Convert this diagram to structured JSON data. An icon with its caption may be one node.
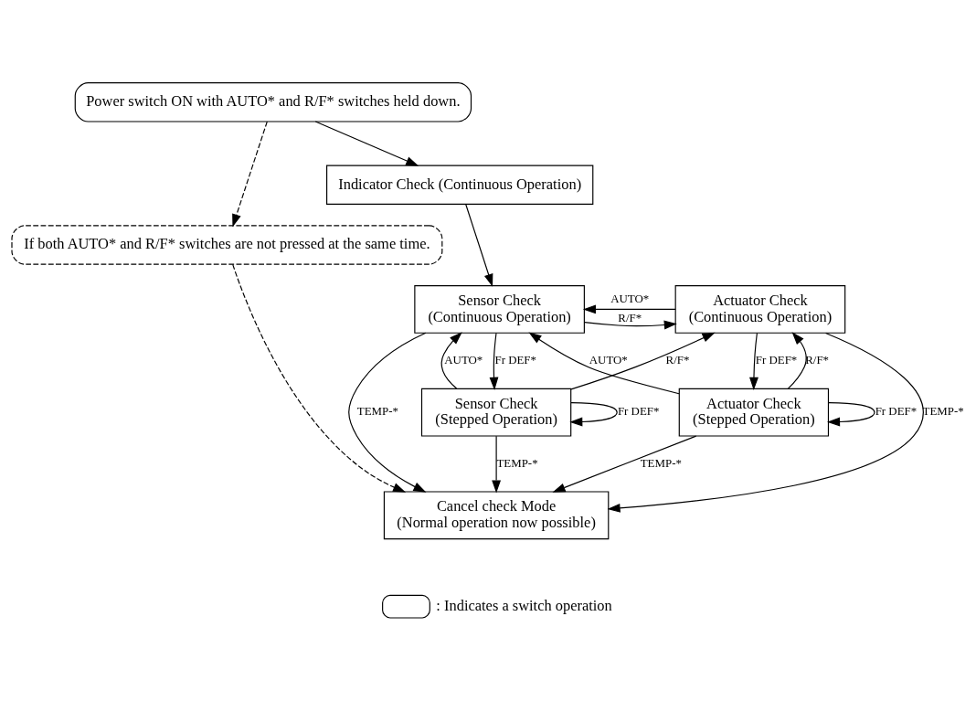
{
  "diagram": {
    "nodes": [
      {
        "text": [
          "Power switch ON with AUTO* and R/F* switches held down."
        ]
      },
      {
        "text": [
          "If both AUTO* and R/F* switches are not pressed at the same time."
        ]
      },
      {
        "text": [
          "Indicator Check (Continuous Operation)"
        ]
      },
      {
        "text": [
          "Sensor Check",
          "(Continuous Operation)"
        ]
      },
      {
        "text": [
          "Actuator Check",
          "(Continuous Operation)"
        ]
      },
      {
        "text": [
          "Sensor Check",
          "(Stepped Operation)"
        ]
      },
      {
        "text": [
          "Actuator Check",
          "(Stepped Operation)"
        ]
      },
      {
        "text": [
          "Cancel check Mode",
          "(Normal operation now possible)"
        ]
      }
    ],
    "edges": [
      {
        "from": 0,
        "to": 2,
        "arrow": "to"
      },
      {
        "from": 0,
        "to": 1,
        "arrow": "to",
        "style": "dashed"
      },
      {
        "from": 2,
        "to": 3,
        "arrow": "to"
      },
      {
        "from": 3,
        "to": 4,
        "arrow": "to",
        "label": "R/F*"
      },
      {
        "from": 4,
        "to": 3,
        "arrow": "to",
        "label": "AUTO*"
      },
      {
        "from": 3,
        "to": 5,
        "arrow": "to",
        "label": "Fr DEF*"
      },
      {
        "from": 4,
        "to": 6,
        "arrow": "to",
        "label": "Fr DEF*"
      },
      {
        "from": 5,
        "to": 4,
        "arrow": "to",
        "label": "R/F*"
      },
      {
        "from": 5,
        "to": 3,
        "arrow": "to",
        "label": "AUTO*"
      },
      {
        "from": 6,
        "to": 4,
        "arrow": "to",
        "label": "R/F*"
      },
      {
        "from": 6,
        "to": 3,
        "arrow": "to",
        "label": "AUTO*"
      },
      {
        "from": 5,
        "to": 5,
        "arrow": "to",
        "label": "Fr DEF*"
      },
      {
        "from": 6,
        "to": 6,
        "arrow": "to",
        "label": "Fr DEF*"
      },
      {
        "from": 3,
        "to": 7,
        "arrow": "to",
        "label": "TEMP-*"
      },
      {
        "from": 5,
        "to": 7,
        "arrow": "to",
        "label": "TEMP-*"
      },
      {
        "from": 4,
        "to": 7,
        "arrow": "to",
        "label": "TEMP-*"
      },
      {
        "from": 6,
        "to": 7,
        "arrow": "to",
        "label": "TEMP-*"
      },
      {
        "from": 1,
        "to": 7,
        "arrow": "to",
        "style": "dashed"
      }
    ],
    "legend": [
      {
        "text": ": Indicates a switch operation"
      }
    ]
  }
}
